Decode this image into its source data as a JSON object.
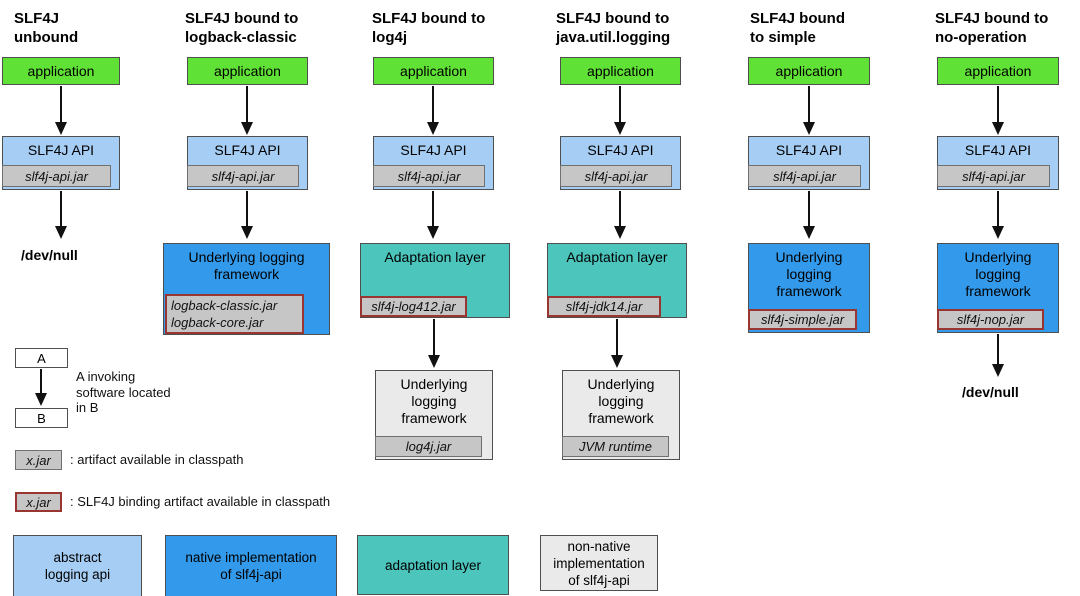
{
  "colors": {
    "green": "#5fe135",
    "lightblue": "#a6cdf4",
    "blue": "#3399ea",
    "teal": "#4cc5bd",
    "lightgray": "#eaeaea",
    "jargray": "#c6c6c6",
    "jarborder": "#707070",
    "bindingred": "#993632",
    "boxborder": "#4f4f4f",
    "arrow": "#111111"
  },
  "diagram": {
    "columns": [
      {
        "title": "SLF4J\nunbound",
        "app": "application",
        "api": "SLF4J API",
        "api_jar": "slf4j-api.jar",
        "sink": "/dev/null"
      },
      {
        "title": "SLF4J bound to\nlogback-classic",
        "app": "application",
        "api": "SLF4J API",
        "api_jar": "slf4j-api.jar",
        "framework": "Underlying logging\nframework",
        "framework_jars": "logback-classic.jar\nlogback-core.jar"
      },
      {
        "title": "SLF4J bound to\nlog4j",
        "app": "application",
        "api": "SLF4J API",
        "api_jar": "slf4j-api.jar",
        "adapter": "Adaptation layer",
        "adapter_jar": "slf4j-log412.jar",
        "framework": "Underlying\nlogging\nframework",
        "framework_jar": "log4j.jar"
      },
      {
        "title": "SLF4J bound to\njava.util.logging",
        "app": "application",
        "api": "SLF4J API",
        "api_jar": "slf4j-api.jar",
        "adapter": "Adaptation layer",
        "adapter_jar": "slf4j-jdk14.jar",
        "framework": "Underlying\nlogging\nframework",
        "framework_jar": "JVM runtime"
      },
      {
        "title": "SLF4J bound\nto simple",
        "app": "application",
        "api": "SLF4J API",
        "api_jar": "slf4j-api.jar",
        "framework": "Underlying\nlogging\nframework",
        "framework_jar": "slf4j-simple.jar"
      },
      {
        "title": "SLF4J bound to\nno-operation",
        "app": "application",
        "api": "SLF4J API",
        "api_jar": "slf4j-api.jar",
        "framework": "Underlying\nlogging\nframework",
        "framework_jar": "slf4j-nop.jar",
        "sink": "/dev/null"
      }
    ]
  },
  "legend": {
    "invoking": {
      "a": "A",
      "b": "B",
      "caption": "A invoking\nsoftware located\nin B"
    },
    "artifact_plain": {
      "box": "x.jar",
      "caption": ": artifact available in classpath"
    },
    "artifact_binding": {
      "box": "x.jar",
      "caption": ": SLF4J binding artifact available in classpath"
    },
    "categories": [
      {
        "label": "abstract\nlogging api"
      },
      {
        "label": "native implementation\nof slf4j-api"
      },
      {
        "label": "adaptation layer"
      },
      {
        "label": "non-native\nimplementation\nof slf4j-api"
      }
    ]
  }
}
